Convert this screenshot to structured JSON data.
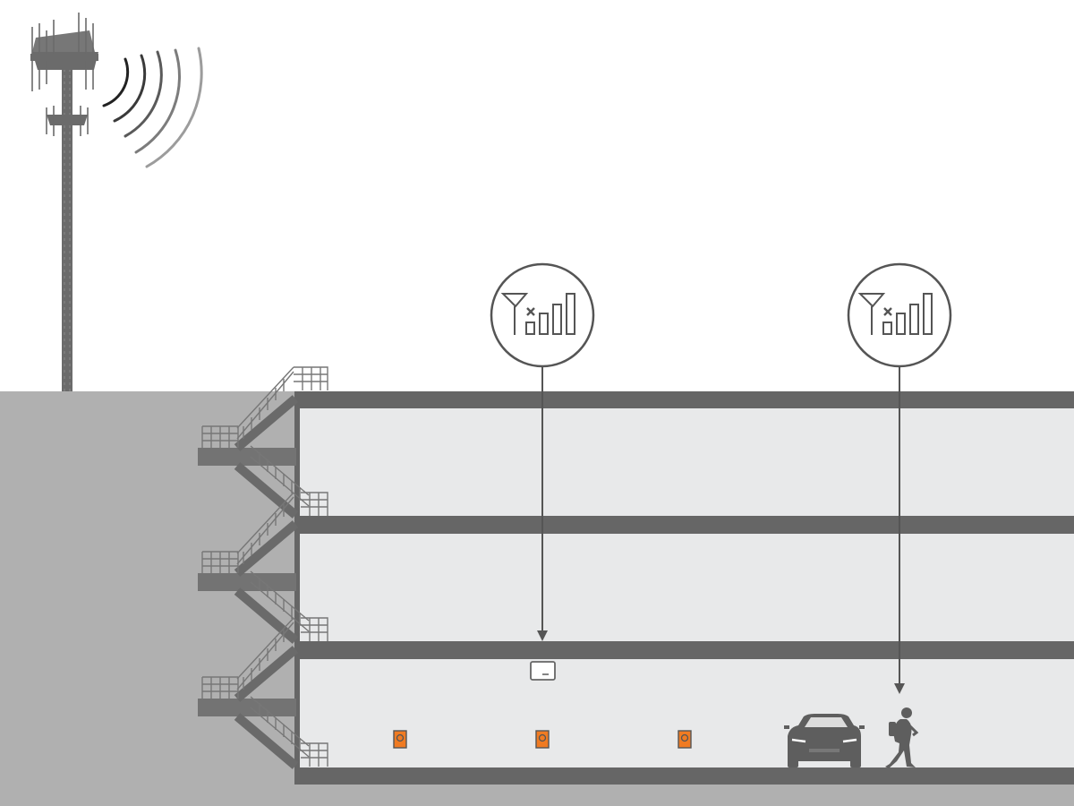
{
  "scene": {
    "tower": {
      "icon": "cell-tower-icon"
    },
    "signal_waves": {
      "icon": "radio-wave-icon",
      "count": 5
    },
    "building": {
      "type": "underground-parking-garage",
      "floors_below_ground": 3
    },
    "signal_indicators": [
      {
        "icon": "no-signal-bars-icon",
        "bars": 4,
        "status": "no-signal"
      },
      {
        "icon": "no-signal-bars-icon",
        "bars": 4,
        "status": "no-signal"
      }
    ],
    "booster": {
      "icon": "signal-booster-icon"
    },
    "indoor_antennas": {
      "icon": "indoor-antenna-icon",
      "count": 3
    },
    "car": {
      "icon": "car-icon"
    },
    "person": {
      "icon": "person-with-phone-icon"
    }
  },
  "colors": {
    "background": "#ffffff",
    "ground": "#b0b0b0",
    "slab": "#666666",
    "interior": "#e8e9ea",
    "indicator_stroke": "#555555",
    "antenna_accent": "#f07b22",
    "wave_dark": "#222222",
    "wave_light": "#9c9c9c"
  }
}
